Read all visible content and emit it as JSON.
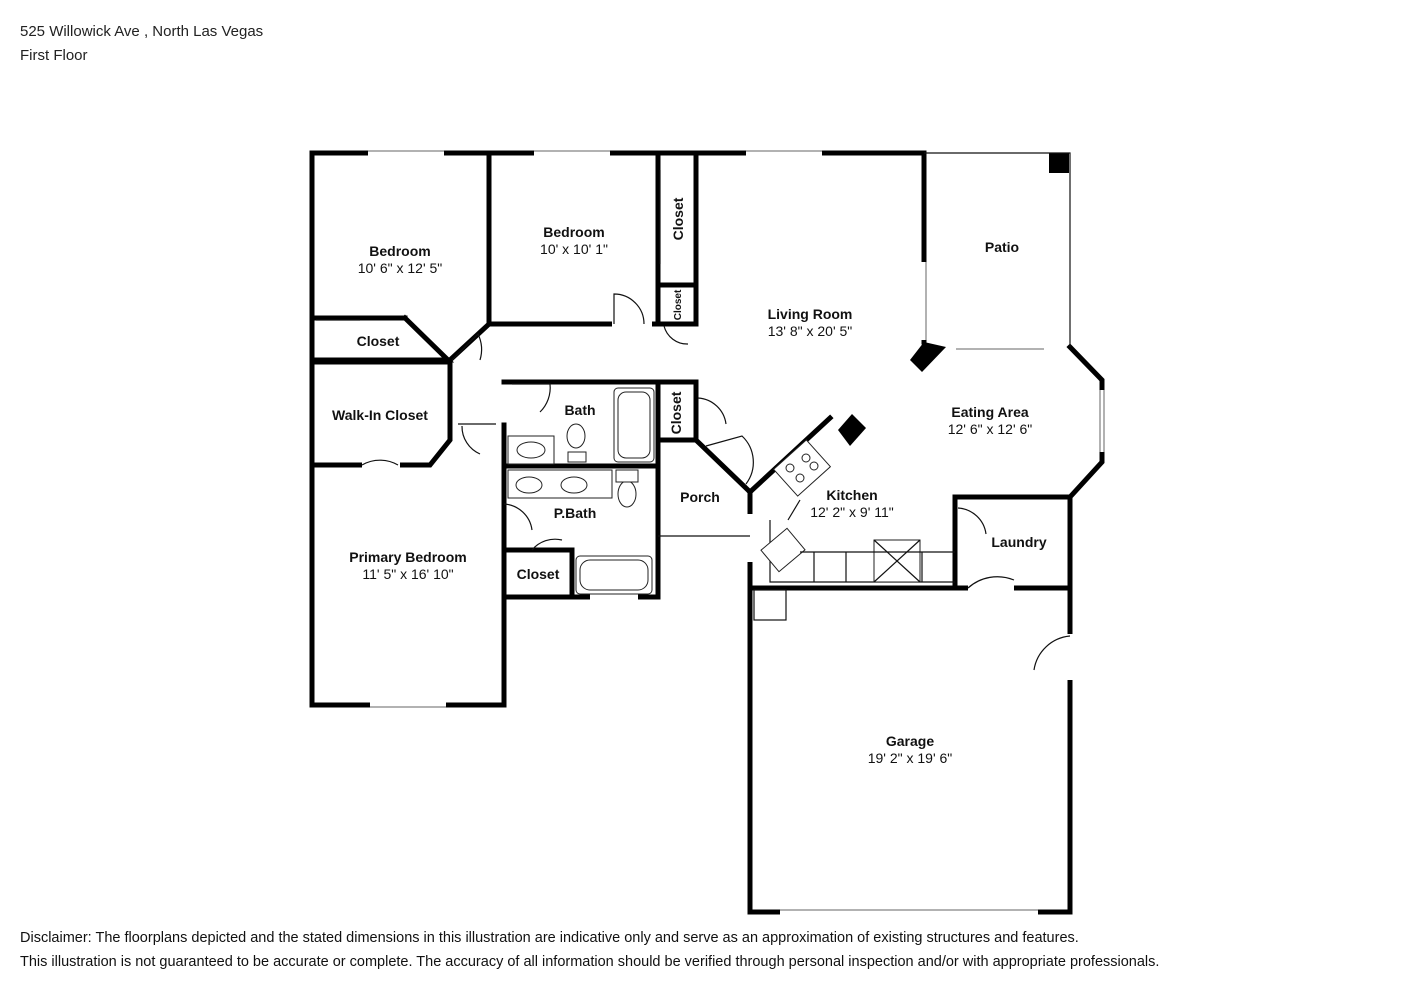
{
  "header": {
    "address": "525 Willowick Ave , North Las Vegas",
    "floor": "First Floor"
  },
  "rooms": [
    {
      "id": "bedroom-1",
      "name": "Bedroom",
      "dims": "10' 6\" x 12' 5\""
    },
    {
      "id": "bedroom-2",
      "name": "Bedroom",
      "dims": "10' x 10' 1\""
    },
    {
      "id": "living-room",
      "name": "Living Room",
      "dims": "13' 8\" x 20' 5\""
    },
    {
      "id": "patio",
      "name": "Patio",
      "dims": ""
    },
    {
      "id": "eating-area",
      "name": "Eating Area",
      "dims": "12' 6\" x 12' 6\""
    },
    {
      "id": "kitchen",
      "name": "Kitchen",
      "dims": "12' 2\" x 9' 11\""
    },
    {
      "id": "primary-bedroom",
      "name": "Primary Bedroom",
      "dims": "11' 5\" x 16' 10\""
    },
    {
      "id": "garage",
      "name": "Garage",
      "dims": "19' 2\" x 19' 6\""
    },
    {
      "id": "closet-bed1",
      "name": "Closet",
      "dims": ""
    },
    {
      "id": "walk-in-closet",
      "name": "Walk-In Closet",
      "dims": ""
    },
    {
      "id": "bath",
      "name": "Bath",
      "dims": ""
    },
    {
      "id": "p-bath",
      "name": "P.Bath",
      "dims": ""
    },
    {
      "id": "closet-pbath",
      "name": "Closet",
      "dims": ""
    },
    {
      "id": "porch",
      "name": "Porch",
      "dims": ""
    },
    {
      "id": "laundry",
      "name": "Laundry",
      "dims": ""
    },
    {
      "id": "closet-bed2",
      "name": "Closet",
      "dims": ""
    },
    {
      "id": "closet-bed2-small",
      "name": "Closet",
      "dims": ""
    },
    {
      "id": "closet-hall",
      "name": "Closet",
      "dims": ""
    }
  ],
  "disclaimer": {
    "line1": "Disclaimer: The floorplans depicted and the stated dimensions in this illustration are indicative only and serve as an approximation of existing structures and features.",
    "line2": "This illustration is not guaranteed to be accurate or complete. The accuracy of all information should be verified through personal inspection and/or with appropriate professionals."
  }
}
